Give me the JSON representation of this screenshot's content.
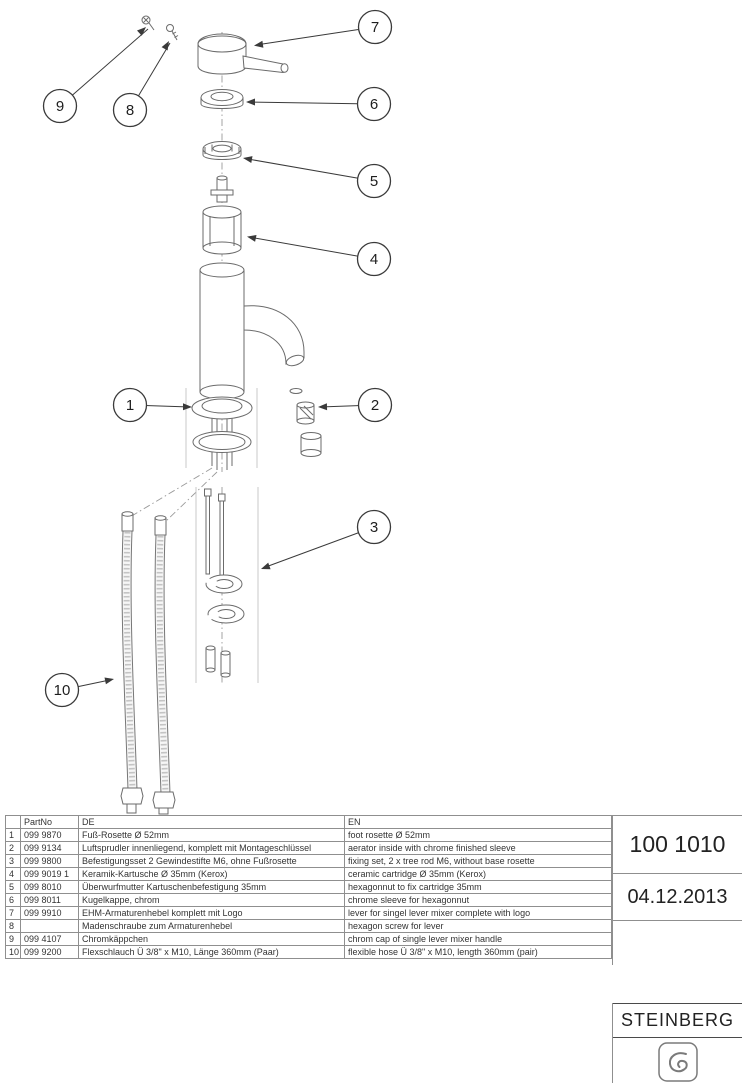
{
  "diagram": {
    "callouts": [
      {
        "label": "1"
      },
      {
        "label": "2"
      },
      {
        "label": "3"
      },
      {
        "label": "4"
      },
      {
        "label": "5"
      },
      {
        "label": "6"
      },
      {
        "label": "7"
      },
      {
        "label": "8"
      },
      {
        "label": "9"
      },
      {
        "label": "10"
      }
    ]
  },
  "table": {
    "headers": {
      "num": "",
      "partno": "PartNo",
      "de": "DE",
      "en": "EN"
    },
    "rows": [
      {
        "num": "1",
        "partno": "099 9870",
        "de": "Fuß-Rosette Ø 52mm",
        "en": "foot rosette Ø 52mm"
      },
      {
        "num": "2",
        "partno": "099 9134",
        "de": "Luftsprudler innenliegend, komplett mit Montageschlüssel",
        "en": "aerator inside with chrome finished sleeve"
      },
      {
        "num": "3",
        "partno": "099 9800",
        "de": "Befestigungsset 2 Gewindestifte M6, ohne Fußrosette",
        "en": "fixing set, 2 x tree rod M6, without base rosette"
      },
      {
        "num": "4",
        "partno": "099 9019 1",
        "de": "Keramik-Kartusche Ø 35mm (Kerox)",
        "en": "ceramic cartridge Ø 35mm (Kerox)"
      },
      {
        "num": "5",
        "partno": "099 8010",
        "de": "Überwurfmutter Kartuschenbefestigung 35mm",
        "en": "hexagonnut to fix cartridge 35mm"
      },
      {
        "num": "6",
        "partno": "099 8011",
        "de": "Kugelkappe, chrom",
        "en": "chrome sleeve for hexagonnut"
      },
      {
        "num": "7",
        "partno": "099 9910",
        "de": "EHM-Armaturenhebel komplett mit Logo",
        "en": "lever for singel lever mixer complete with logo"
      },
      {
        "num": "8",
        "partno": "",
        "de": "Madenschraube zum Armaturenhebel",
        "en": "hexagon screw for lever"
      },
      {
        "num": "9",
        "partno": "099 4107",
        "de": "Chromkäppchen",
        "en": "chrom cap of single lever mixer handle"
      },
      {
        "num": "10",
        "partno": "099 9200",
        "de": "Flexschlauch Ü 3/8\" x M10, Länge 360mm (Paar)",
        "en": "flexible hose Ü 3/8\" x M10, length 360mm (pair)"
      }
    ]
  },
  "title_block": {
    "doc_number": "100 1010",
    "date": "04.12.2013",
    "brand": "STEINBERG"
  }
}
